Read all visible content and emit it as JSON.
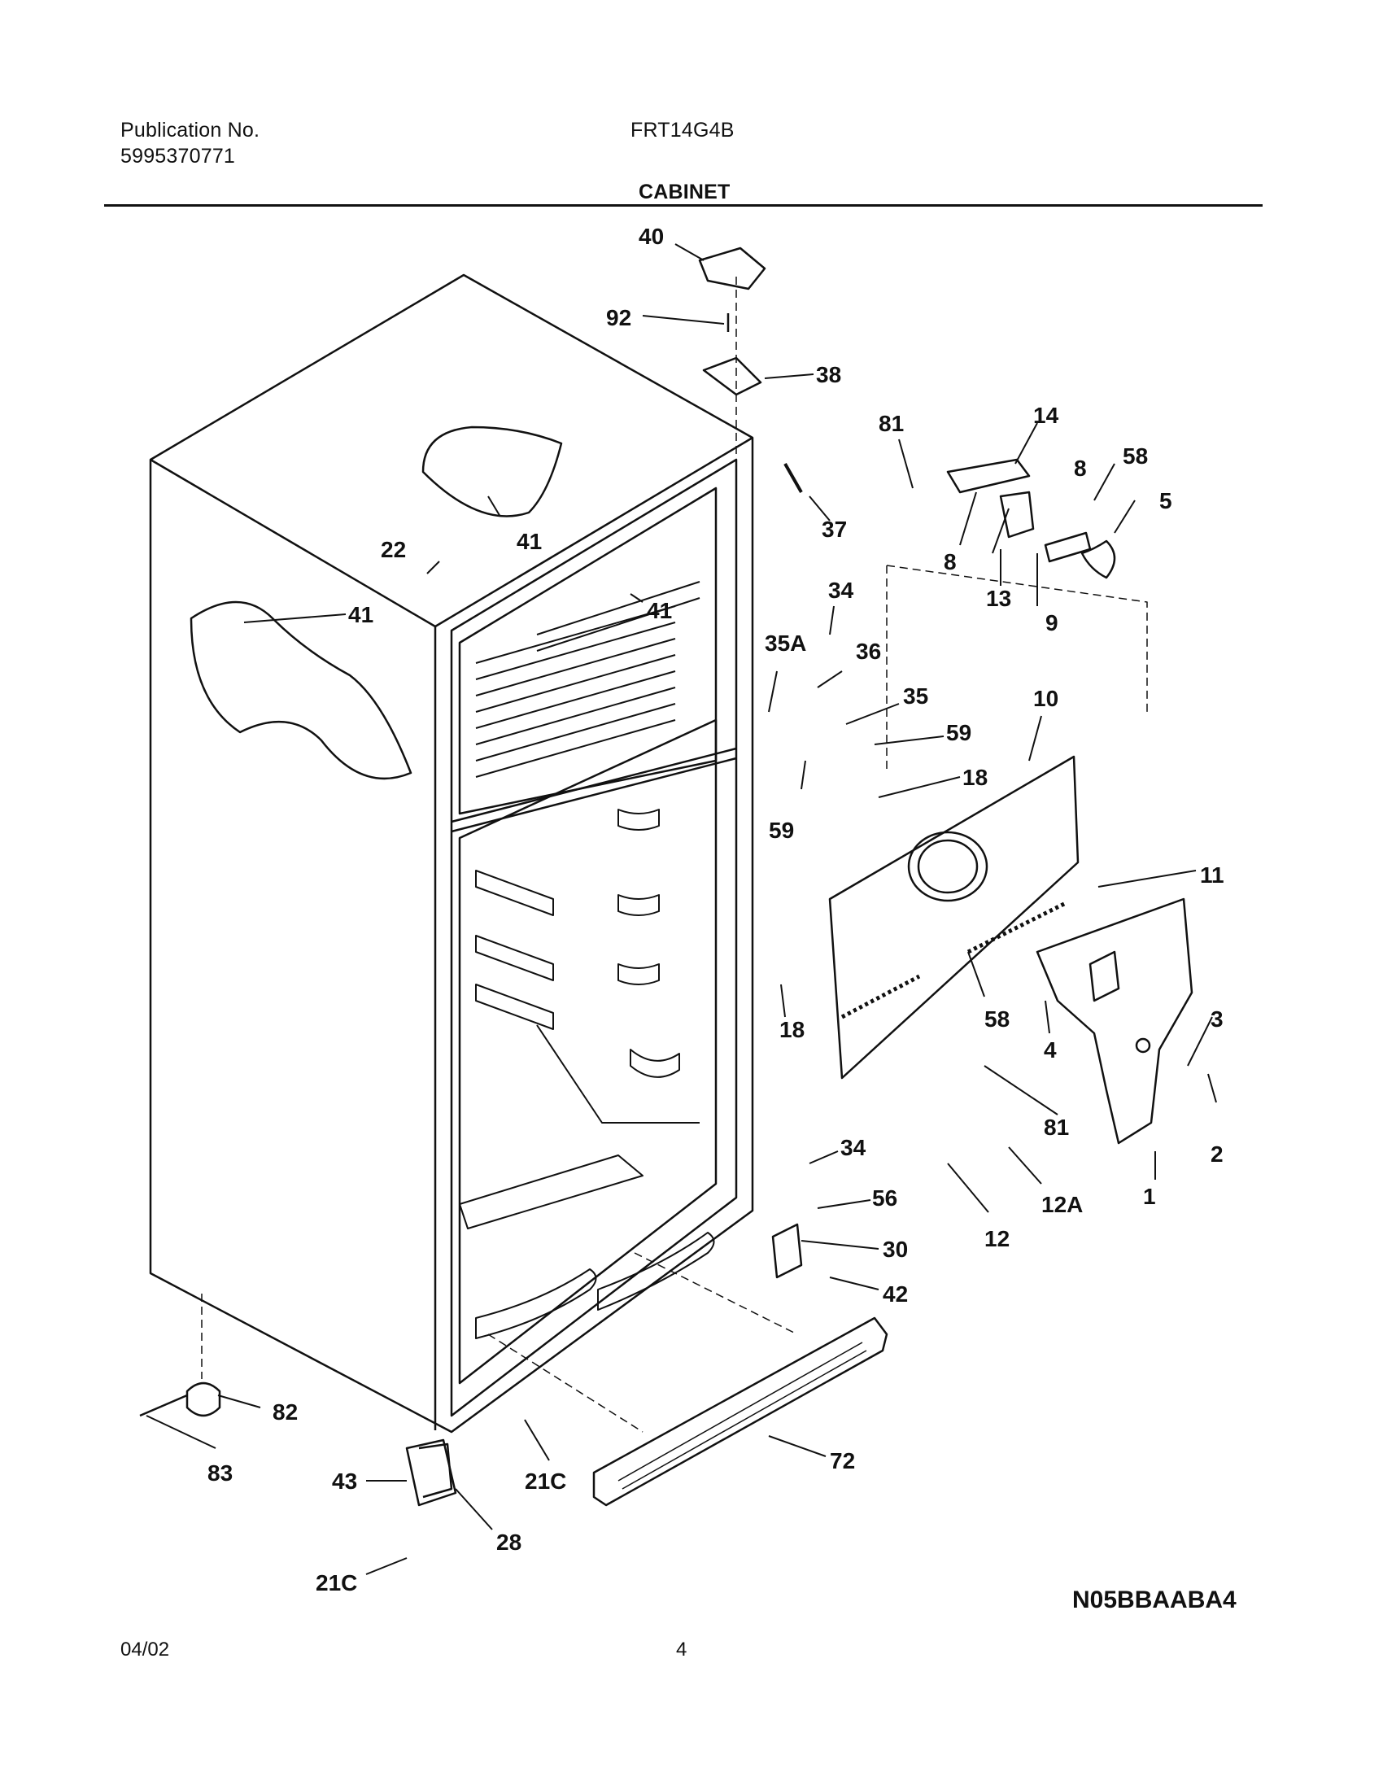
{
  "header": {
    "publication_label": "Publication No.",
    "publication_number": "5995370771",
    "model": "FRT14G4B",
    "section_title": "CABINET"
  },
  "footer": {
    "date": "04/02",
    "page": "4",
    "diagram_code": "N05BBAABA4"
  },
  "callouts": {
    "c40": "40",
    "c92": "92",
    "c38": "38",
    "c37": "37",
    "c41a": "41",
    "c41b": "41",
    "c41c": "41",
    "c22": "22",
    "c81a": "81",
    "c14": "14",
    "c8a": "8",
    "c8b": "8",
    "c58a": "58",
    "c5": "5",
    "c13": "13",
    "c9": "9",
    "c34a": "34",
    "c35A": "35A",
    "c36": "36",
    "c35": "35",
    "c59a": "59",
    "c59b": "59",
    "c10": "10",
    "c18a": "18",
    "c18b": "18",
    "c11": "11",
    "c58b": "58",
    "c4": "4",
    "c3": "3",
    "c2": "2",
    "c81b": "81",
    "c1": "1",
    "c34b": "34",
    "c56": "56",
    "c12A": "12A",
    "c12": "12",
    "c30": "30",
    "c42": "42",
    "c82": "82",
    "c83": "83",
    "c43": "43",
    "c21Ca": "21C",
    "c72": "72",
    "c28": "28",
    "c21Cb": "21C"
  }
}
